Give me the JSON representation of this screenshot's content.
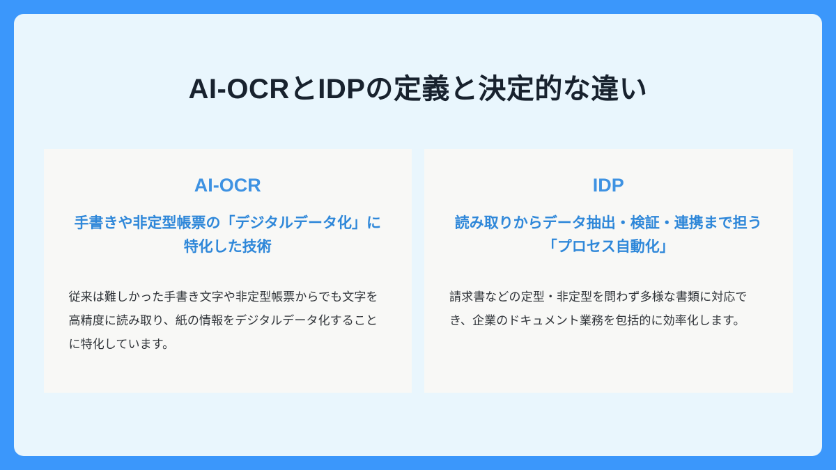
{
  "slide": {
    "title": "AI-OCRとIDPの定義と決定的な違い",
    "colors": {
      "border": "#3b97fb",
      "panel_background": "#e9f6fd",
      "card_background": "#f8f8f6",
      "title_text": "#18222e",
      "card_title_text": "#3e92e2",
      "card_subtitle_text": "#2e87d9",
      "card_body_text": "#2f3338"
    }
  },
  "cards": [
    {
      "title": "AI-OCR",
      "subtitle": "手書きや非定型帳票の「デジタルデータ化」に特化した技術",
      "body": "従来は難しかった手書き文字や非定型帳票からでも文字を高精度に読み取り、紙の情報をデジタルデータ化することに特化しています。"
    },
    {
      "title": "IDP",
      "subtitle": "読み取りからデータ抽出・検証・連携まで担う「プロセス自動化」",
      "body": "請求書などの定型・非定型を問わず多様な書類に対応でき、企業のドキュメント業務を包括的に効率化します。"
    }
  ]
}
